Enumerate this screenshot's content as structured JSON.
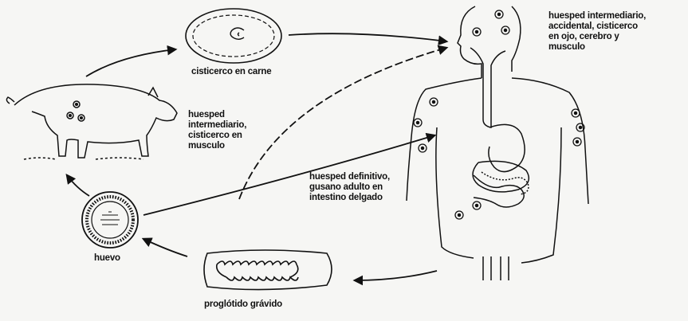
{
  "diagram": {
    "labels": {
      "cysticercus_meat": "cisticerco en carne",
      "pig_host": [
        "huesped",
        "intermediario,",
        "cisticerco en",
        "musculo"
      ],
      "egg": "huevo",
      "proglottid": "proglótido grávido",
      "human_definitive": [
        "huesped definitivo,",
        "gusano adulto en",
        "intestino delgado"
      ],
      "human_accidental": [
        "huesped intermediario,",
        "accidental, cisticerco",
        "en ojo, cerebro y",
        "musculo"
      ]
    },
    "colors": {
      "ink": "#111111",
      "background": "#f6f6f4"
    }
  }
}
